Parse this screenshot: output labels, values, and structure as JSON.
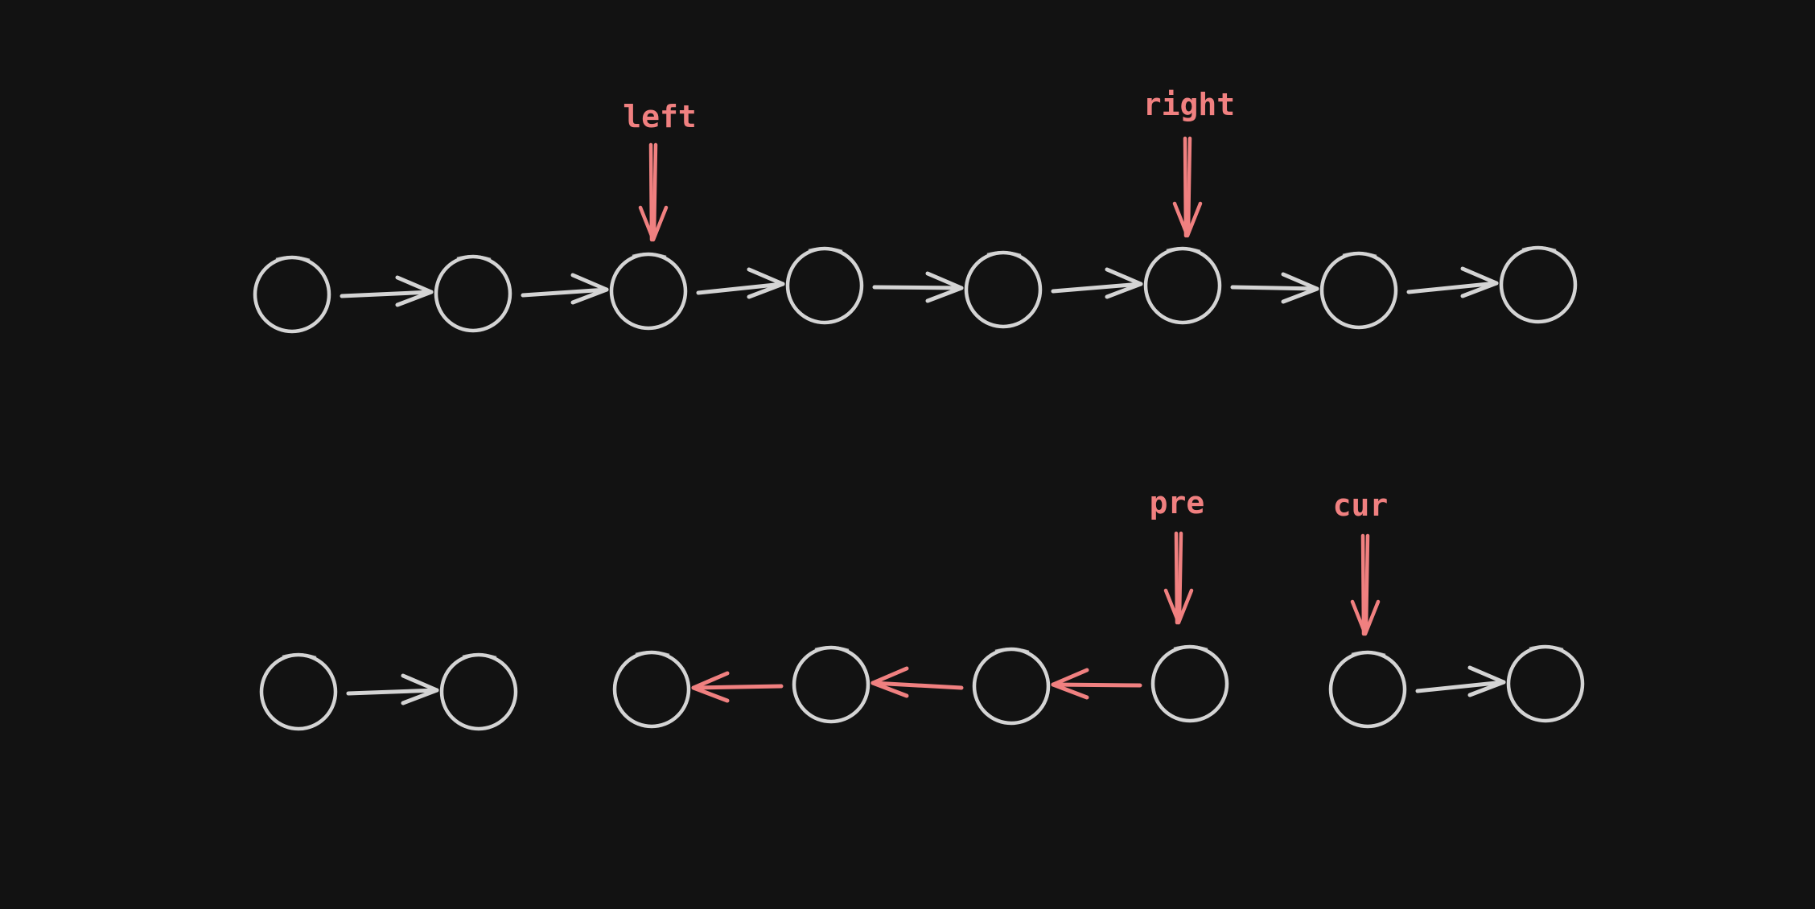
{
  "colors": {
    "background": "#121212",
    "node": "#d4d4d4",
    "edge": "#d4d4d4",
    "highlight": "#f08080"
  },
  "pointers": {
    "left": "left",
    "right": "right",
    "pre": "pre",
    "cur": "cur"
  },
  "rows": [
    {
      "id": "original-list",
      "node_count": 8,
      "edges": [
        {
          "from": 0,
          "to": 1,
          "direction": "forward",
          "highlighted": false
        },
        {
          "from": 1,
          "to": 2,
          "direction": "forward",
          "highlighted": false
        },
        {
          "from": 2,
          "to": 3,
          "direction": "forward",
          "highlighted": false
        },
        {
          "from": 3,
          "to": 4,
          "direction": "forward",
          "highlighted": false
        },
        {
          "from": 4,
          "to": 5,
          "direction": "forward",
          "highlighted": false
        },
        {
          "from": 5,
          "to": 6,
          "direction": "forward",
          "highlighted": false
        },
        {
          "from": 6,
          "to": 7,
          "direction": "forward",
          "highlighted": false
        }
      ],
      "pointers": [
        {
          "label_key": "left",
          "node": 2
        },
        {
          "label_key": "right",
          "node": 5
        }
      ]
    },
    {
      "id": "reversing-list",
      "node_count": 8,
      "edges": [
        {
          "from": 0,
          "to": 1,
          "direction": "forward",
          "highlighted": false
        },
        {
          "from": 3,
          "to": 2,
          "direction": "backward",
          "highlighted": true
        },
        {
          "from": 4,
          "to": 3,
          "direction": "backward",
          "highlighted": true
        },
        {
          "from": 5,
          "to": 4,
          "direction": "backward",
          "highlighted": true
        },
        {
          "from": 6,
          "to": 7,
          "direction": "forward",
          "highlighted": false
        }
      ],
      "pointers": [
        {
          "label_key": "pre",
          "node": 5
        },
        {
          "label_key": "cur",
          "node": 6
        }
      ]
    }
  ]
}
